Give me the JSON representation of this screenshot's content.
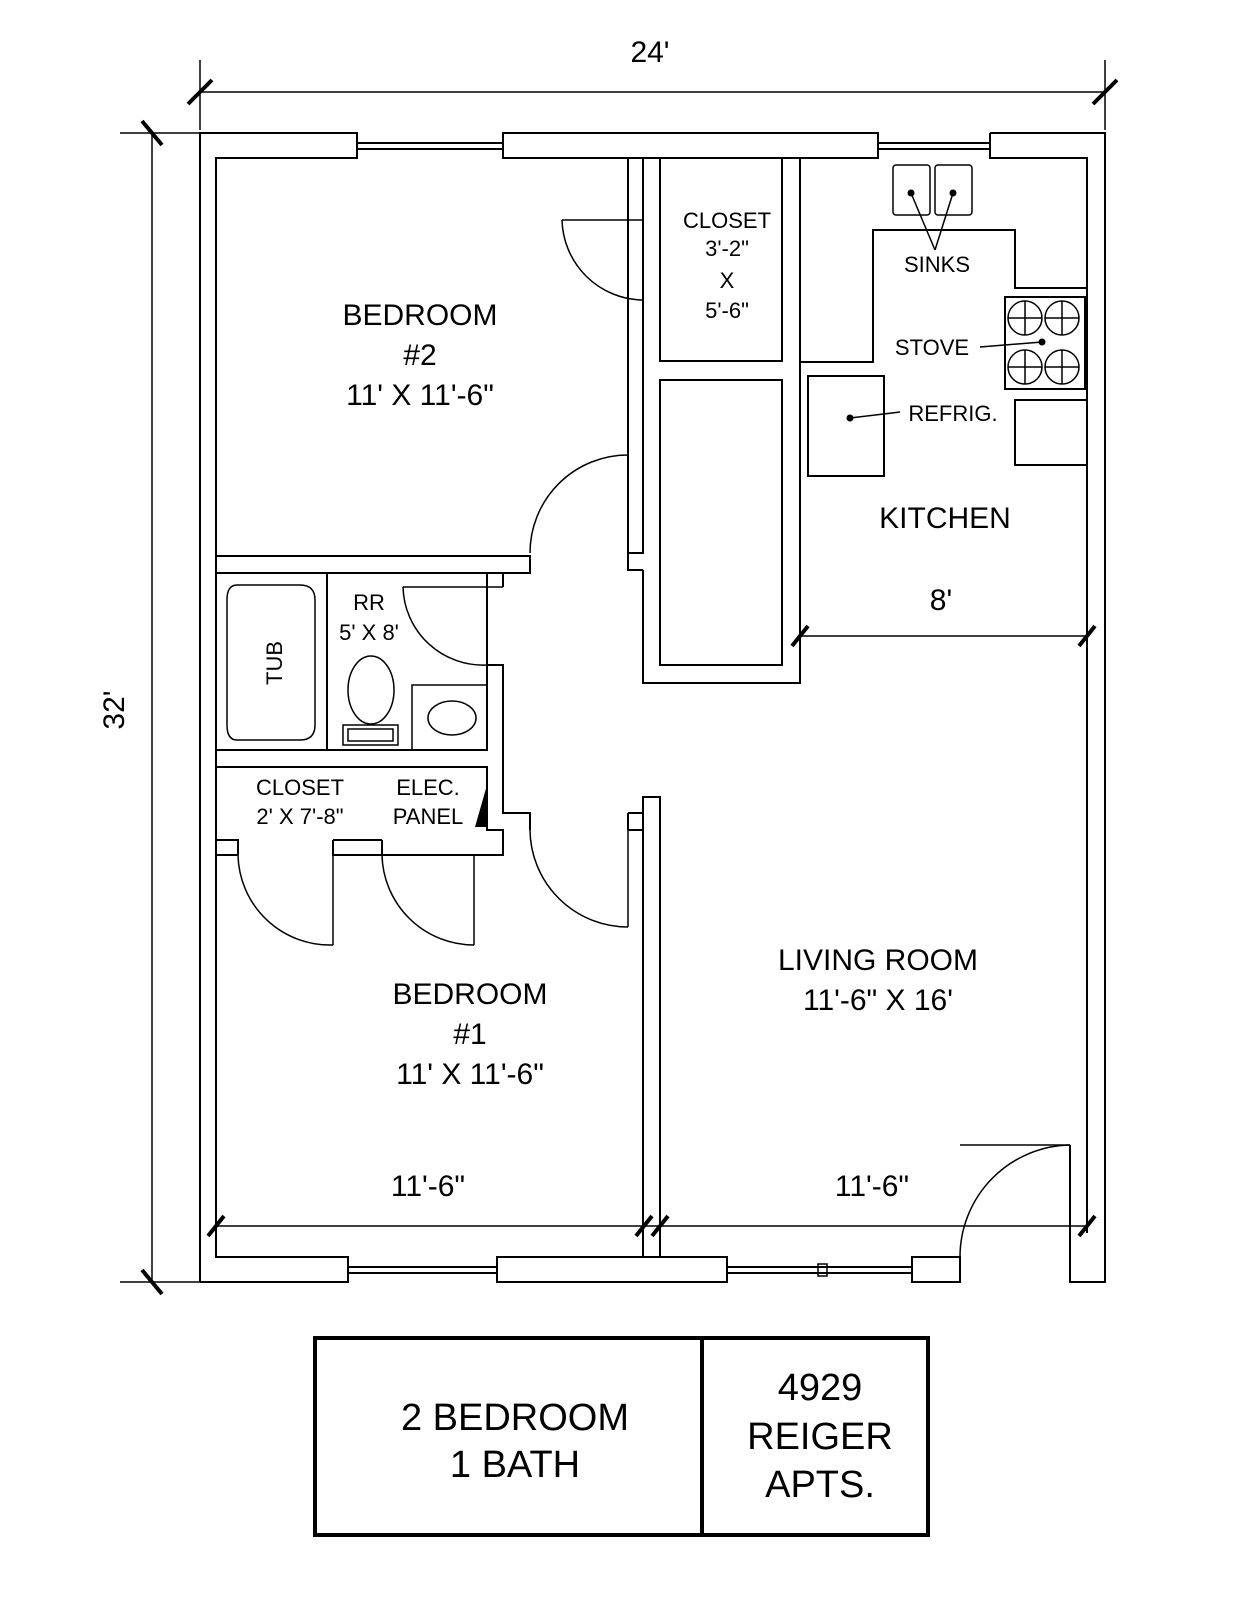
{
  "dimensions": {
    "overall_width": "24'",
    "overall_depth": "32'",
    "kitchen_width": "8'",
    "bedroom1_width": "11'-6\"",
    "living_width": "11'-6\""
  },
  "rooms": {
    "bedroom2": {
      "line1": "BEDROOM",
      "line2": "#2",
      "line3": "11' X 11'-6\""
    },
    "bedroom1": {
      "line1": "BEDROOM",
      "line2": "#1",
      "line3": "11' X 11'-6\""
    },
    "closet_top": {
      "line1": "CLOSET",
      "line2": "3'-2\"",
      "line3": "X",
      "line4": "5'-6\""
    },
    "kitchen": {
      "name": "KITCHEN",
      "sinks": "SINKS",
      "stove": "STOVE",
      "refrig": "REFRIG."
    },
    "restroom": {
      "name": "RR",
      "size": "5' X 8'",
      "tub": "TUB"
    },
    "closet_hall": {
      "line1": "CLOSET",
      "line2": "2' X 7'-8\""
    },
    "elec_panel": {
      "line1": "ELEC.",
      "line2": "PANEL"
    },
    "living": {
      "line1": "LIVING ROOM",
      "line2": "11'-6\" X 16'"
    }
  },
  "title_block": {
    "unit_line1": "2 BEDROOM",
    "unit_line2": "1 BATH",
    "addr_line1": "4929",
    "addr_line2": "REIGER",
    "addr_line3": "APTS."
  }
}
